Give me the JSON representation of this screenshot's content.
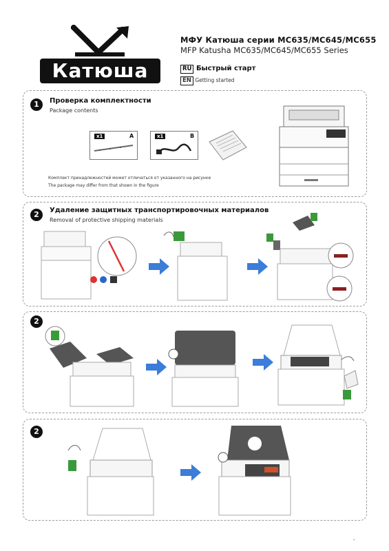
{
  "header": {
    "brand": "Катюша",
    "title_ru": "МФУ Катюша серии МС635/МС645/МС655",
    "title_en": "MFP Katusha MC635/MC645/MC655 Series",
    "lang_ru_code": "RU",
    "lang_ru_text": "Быстрый старт",
    "lang_en_code": "EN",
    "lang_en_text": "Getting started"
  },
  "sections": [
    {
      "number": "1",
      "title": "Проверка комплектности",
      "subtitle": "Package contents",
      "kit": [
        {
          "qty": "x1",
          "letter": "A"
        },
        {
          "qty": "x1",
          "letter": "B"
        }
      ],
      "note_ru": "Комплект принадлежностей может отличаться от указанного на рисунке",
      "note_en": "The package may differ from that shown in the figure"
    },
    {
      "number": "2",
      "title": "Удаление защитных транспортировочных материалов",
      "subtitle": "Removal of protective shipping materials"
    },
    {
      "number": "2"
    },
    {
      "number": "2"
    }
  ],
  "footer": {
    "page_mark": "-"
  },
  "colors": {
    "arrow": "#3b7dd8",
    "recycle": "#3a9a3a",
    "warning": "#d33",
    "doc_feeder": "#555"
  }
}
